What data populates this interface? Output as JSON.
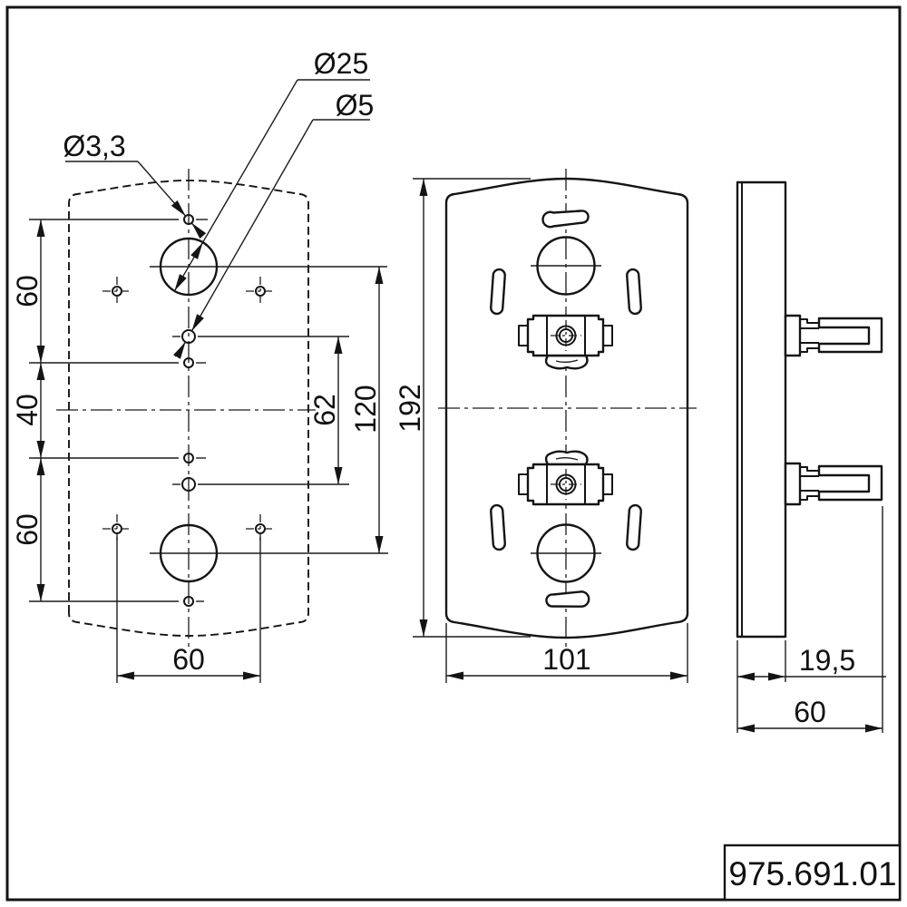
{
  "title_block": {
    "part_number": "975.691.01"
  },
  "callouts": {
    "hole_small": "Ø3,3",
    "hole_large": "Ø25",
    "hole_medium": "Ø5"
  },
  "dimensions": {
    "left_chain_top": "60",
    "left_chain_middle": "40",
    "left_chain_bottom": "60",
    "left_hole_spacing": "60",
    "left_inner_span": "62",
    "left_outer_span": "120",
    "front_height": "192",
    "front_width": "101",
    "side_plate_depth": "19,5",
    "side_total_depth": "60"
  }
}
